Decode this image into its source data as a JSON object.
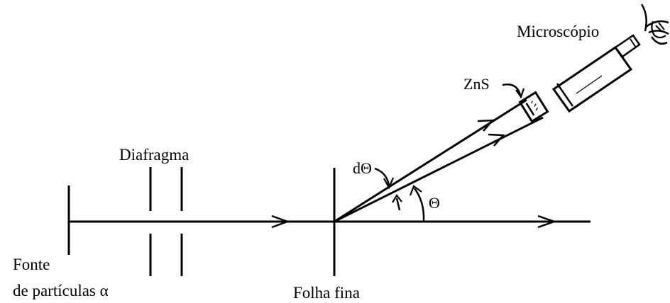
{
  "labels": {
    "microscope": "Microscópio",
    "zns": "ZnS",
    "diaphragm": "Diafragma",
    "dtheta": "dΘ",
    "theta": "Θ",
    "source_line1": "Fonte",
    "source_line2": "de partículas α",
    "foil": "Folha fina"
  },
  "colors": {
    "ink": "#000000",
    "background": "#ffffff"
  }
}
